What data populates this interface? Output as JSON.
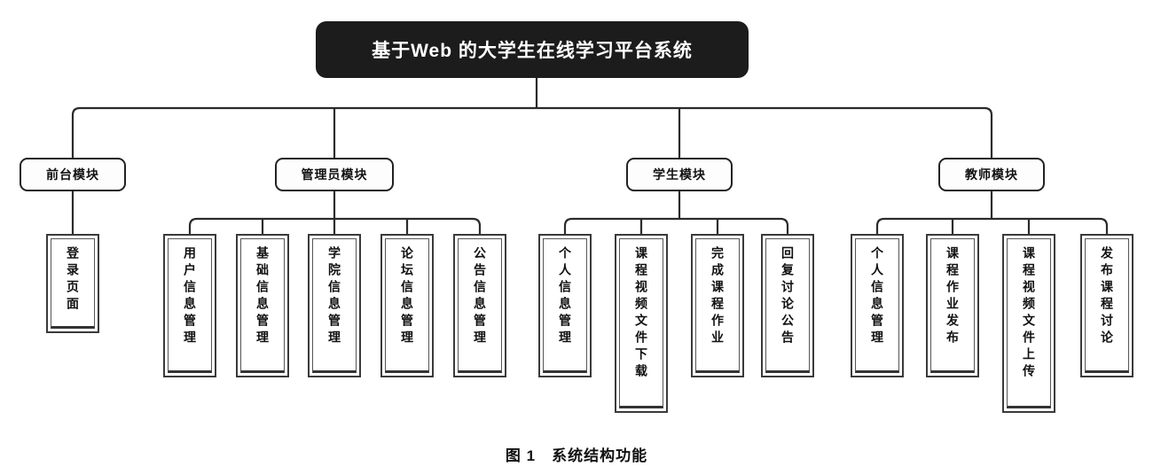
{
  "figure": {
    "caption": "图 1　系统结构功能",
    "root": {
      "label": "基于Web 的大学生在线学习平台系统"
    },
    "modules": [
      {
        "label": "前台模块",
        "children": [
          {
            "label": "登录页面"
          }
        ]
      },
      {
        "label": "管理员模块",
        "children": [
          {
            "label": "用户信息管理"
          },
          {
            "label": "基础信息管理"
          },
          {
            "label": "学院信息管理"
          },
          {
            "label": "论坛信息管理"
          },
          {
            "label": "公告信息管理"
          }
        ]
      },
      {
        "label": "学生模块",
        "children": [
          {
            "label": "个人信息管理"
          },
          {
            "label": "课程视频文件下载"
          },
          {
            "label": "完成课程作业"
          },
          {
            "label": "回复讨论公告"
          }
        ]
      },
      {
        "label": "教师模块",
        "children": [
          {
            "label": "个人信息管理"
          },
          {
            "label": "课程作业发布"
          },
          {
            "label": "课程视频文件上传"
          },
          {
            "label": "发布课程讨论"
          }
        ]
      }
    ],
    "colors": {
      "root_fill": "#1c1c1c",
      "root_text": "#ffffff",
      "node_fill": "#ffffff",
      "node_border": "#222222",
      "connector": "#2b2b2b",
      "page_background": "#ffffff"
    }
  }
}
